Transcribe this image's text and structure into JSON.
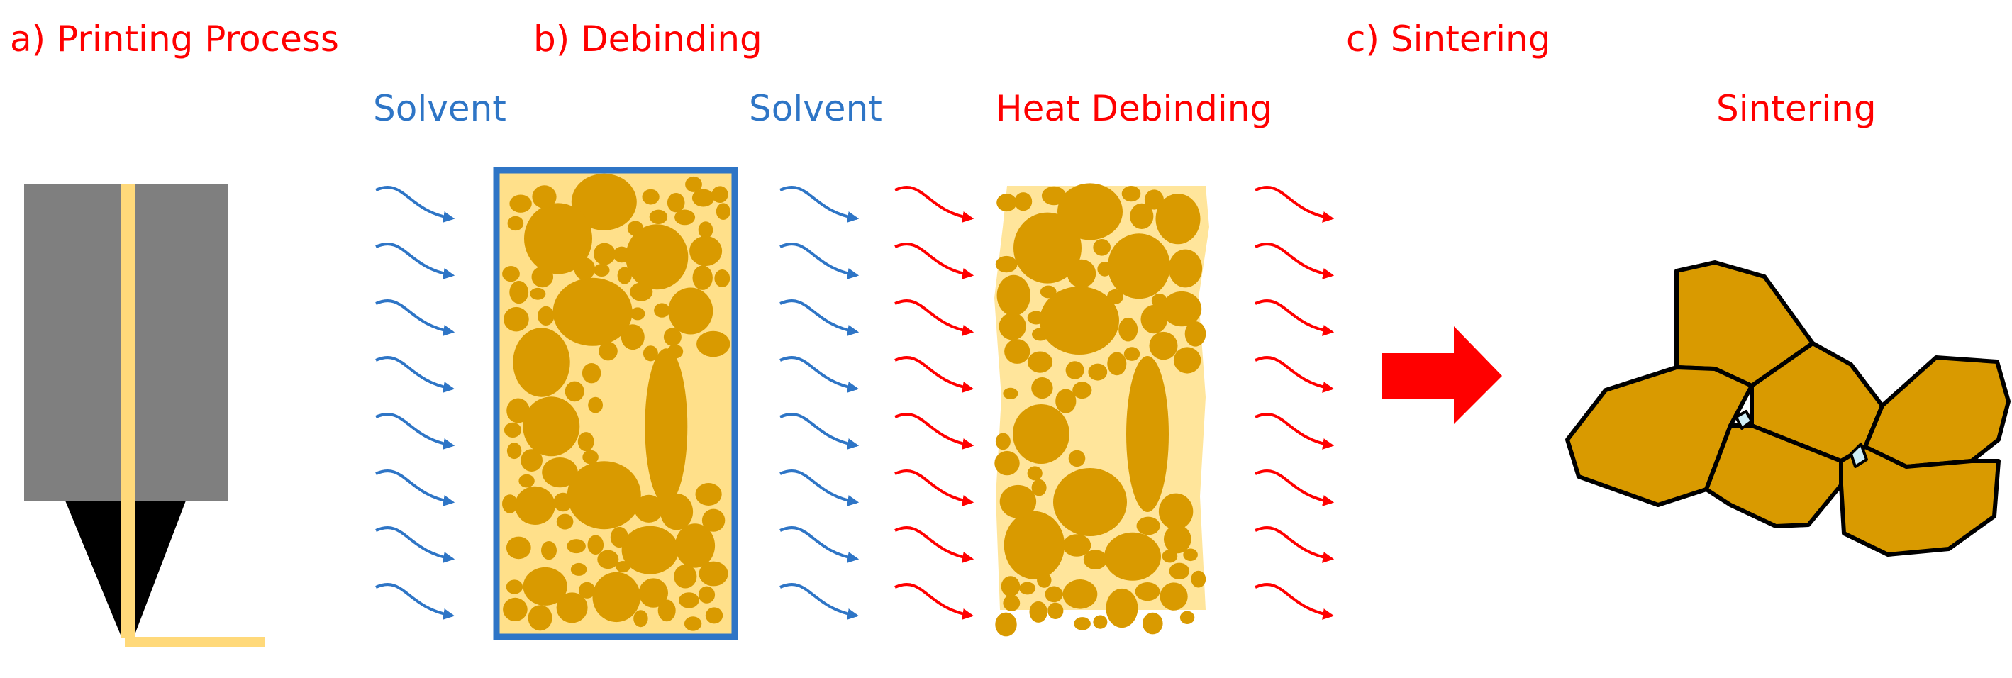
{
  "labels": {
    "printing": "a) Printing Process",
    "debinding": "b) Debinding",
    "sintering_header": "c) Sintering",
    "solvent_1": "Solvent",
    "solvent_2": "Solvent",
    "heat_debinding": "Heat Debinding",
    "sintering": "Sintering"
  },
  "colors": {
    "label_red": "#ff0000",
    "label_blue": "#2e75c6",
    "nozzle_gray": "#7f7f7f",
    "filament": "#ffd97a",
    "binder": "#ffe08a",
    "particle": "#d99a00",
    "frame_blue": "#2e75c6",
    "arrow_red": "#ff0000",
    "grain": "#d99a00",
    "pore": "#cfeef5"
  },
  "icons": {
    "solvent_flow": "curved-arrow-icon",
    "heat_flow": "curved-arrow-icon",
    "process_arrow": "block-arrow-right-icon"
  }
}
